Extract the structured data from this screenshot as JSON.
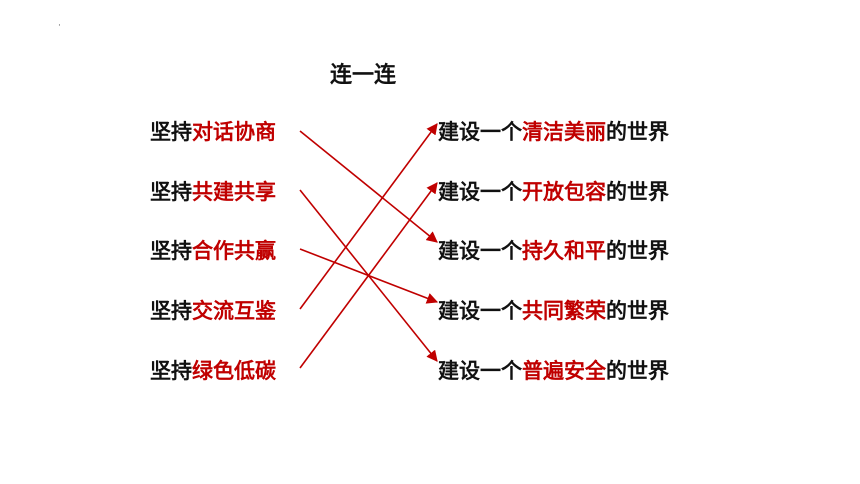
{
  "slide": {
    "title": "连一连",
    "left_items": [
      {
        "prefix": "坚持",
        "highlight": "对话协商"
      },
      {
        "prefix": "坚持",
        "highlight": "共建共享"
      },
      {
        "prefix": "坚持",
        "highlight": "合作共赢"
      },
      {
        "prefix": "坚持",
        "highlight": "交流互鉴"
      },
      {
        "prefix": "坚持",
        "highlight": "绿色低碳"
      }
    ],
    "right_items": [
      {
        "prefix": "建设一个",
        "highlight": "清洁美丽",
        "suffix": "的世界"
      },
      {
        "prefix": "建设一个",
        "highlight": "开放包容",
        "suffix": "的世界"
      },
      {
        "prefix": "建设一个",
        "highlight": "持久和平",
        "suffix": "的世界"
      },
      {
        "prefix": "建设一个",
        "highlight": "共同繁荣",
        "suffix": "的世界"
      },
      {
        "prefix": "建设一个",
        "highlight": "普遍安全",
        "suffix": "的世界"
      }
    ],
    "connections": [
      {
        "from": 0,
        "to": 2
      },
      {
        "from": 1,
        "to": 4
      },
      {
        "from": 2,
        "to": 3
      },
      {
        "from": 3,
        "to": 0
      },
      {
        "from": 4,
        "to": 1
      }
    ],
    "colors": {
      "highlight": "#c00000",
      "line": "#c00000",
      "text": "#111111"
    }
  }
}
